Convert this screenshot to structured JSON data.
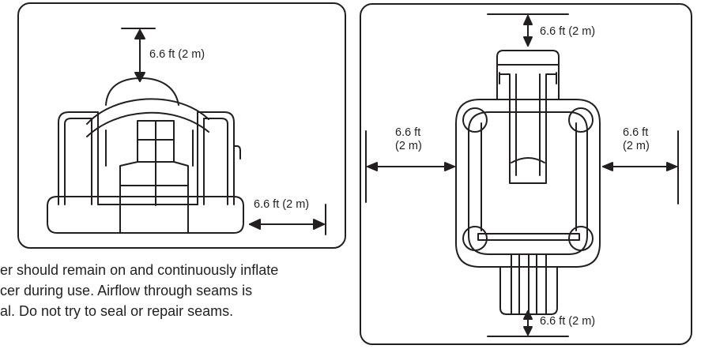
{
  "front_view": {
    "top_clearance": "6.6 ft (2 m)",
    "side_clearance": "6.6 ft (2 m)"
  },
  "top_view": {
    "top_clearance": "6.6 ft (2 m)",
    "left_clearance_line1": "6.6 ft",
    "left_clearance_line2": "(2 m)",
    "right_clearance_line1": "6.6 ft",
    "right_clearance_line2": "(2 m)",
    "bottom_clearance": "6.6 ft (2 m)"
  },
  "caption": {
    "line1": "er should remain on and continuously inflate",
    "line2": "cer during use. Airflow through seams is",
    "line3": "al. Do not try to seal or repair seams."
  },
  "colors": {
    "ink": "#231f20",
    "background": "#ffffff"
  }
}
